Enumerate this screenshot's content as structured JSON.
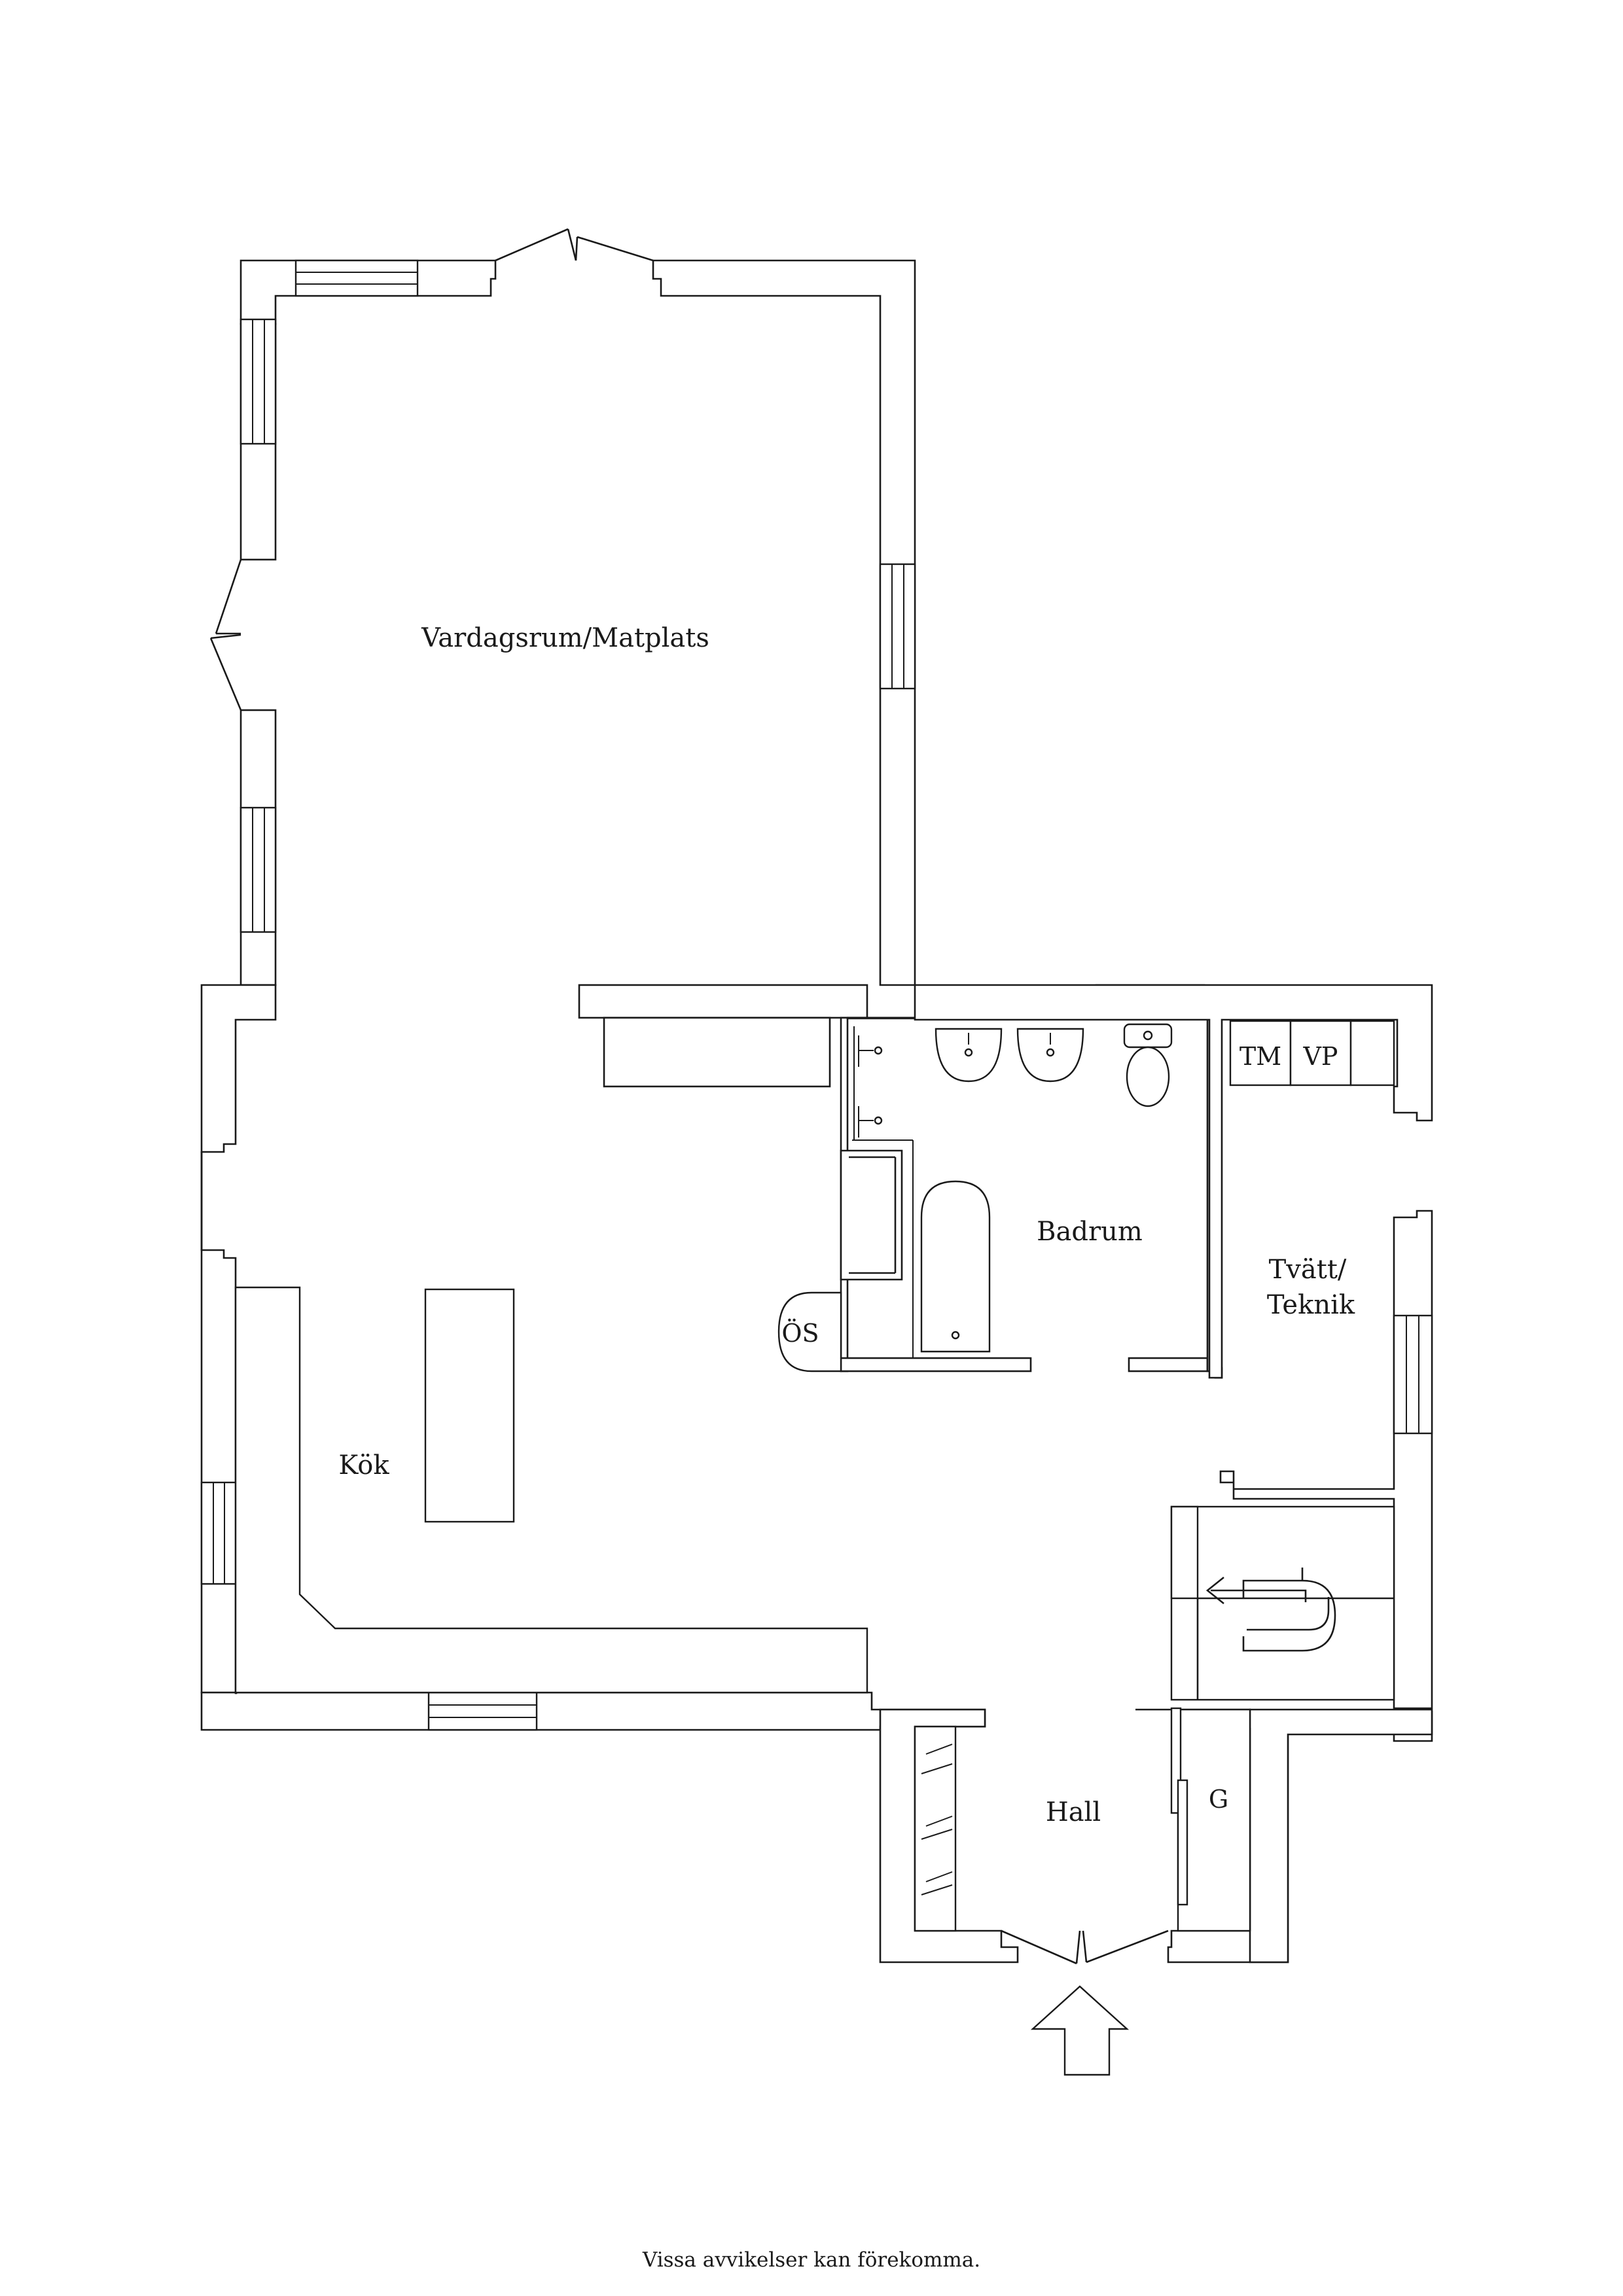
{
  "rooms": {
    "living": "Vardagsrum/Matplats",
    "kitchen": "Kök",
    "bathroom": "Badrum",
    "laundry_line1": "Tvätt/",
    "laundry_line2": "Teknik",
    "hall": "Hall",
    "closet": "G",
    "stove": "ÖS",
    "tm": "TM",
    "vp": "VP"
  },
  "disclaimer": "Vissa avvikelser kan förekomma."
}
